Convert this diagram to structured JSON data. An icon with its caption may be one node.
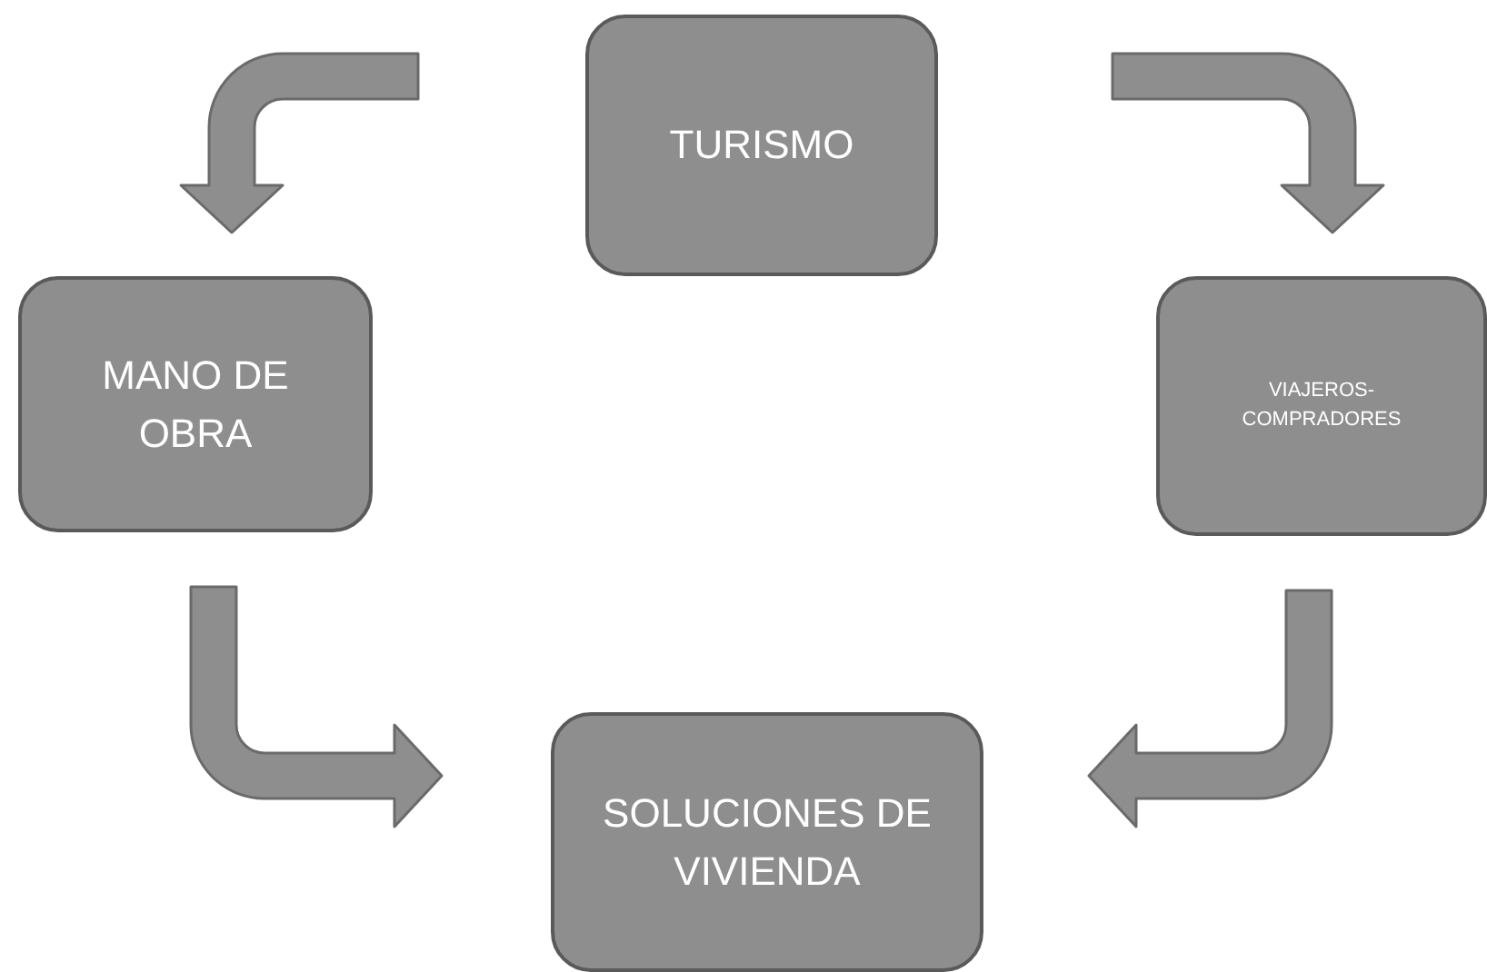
{
  "diagram": {
    "nodes": [
      {
        "text": [
          "TURISMO"
        ]
      },
      {
        "text": [
          "MANO DE OBRA"
        ]
      },
      {
        "text": [
          "VIAJEROS-COMPRADORES"
        ]
      },
      {
        "text": [
          "SOLUCIONES DE VIVIENDA"
        ]
      }
    ],
    "edges": [
      {
        "from": 0,
        "to": 1,
        "arrow": "to"
      },
      {
        "from": 0,
        "to": 2,
        "arrow": "to"
      },
      {
        "from": 1,
        "to": 3,
        "arrow": "to"
      },
      {
        "from": 2,
        "to": 3,
        "arrow": "to"
      }
    ]
  }
}
